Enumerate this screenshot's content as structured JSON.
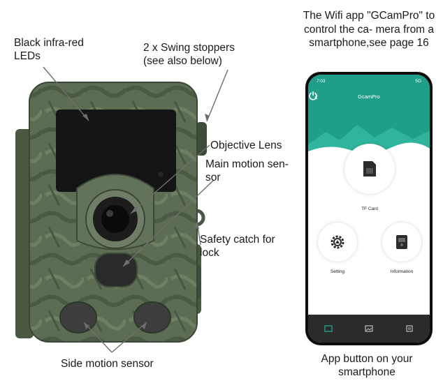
{
  "labels": {
    "leds": [
      "Black infra-red",
      "LEDs"
    ],
    "stoppers": [
      "2 x Swing stoppers",
      "(see also below)"
    ],
    "lens": "Objective Lens",
    "main_sensor": [
      "Main motion sen-",
      "sor"
    ],
    "safety_catch": [
      "Safety catch for",
      "lock"
    ],
    "side_sensor": "Side motion sensor",
    "app_title": "The Wifi app \"GCamPro\" to control the ca- mera from a smartphone,see page 16",
    "app_button": [
      "App button on your",
      "smartphone"
    ]
  },
  "phone": {
    "status_time": "7:03",
    "status_right": "5G",
    "app_name": "GcamPro",
    "buttons": {
      "tf_card": "TF Card",
      "setting": "Setting",
      "information": "Information"
    },
    "icons": {
      "back": "back-arrow-icon",
      "power": "power-icon",
      "tf": "sd-card-icon",
      "setting": "gear-icon",
      "info": "device-info-icon",
      "tabs": [
        "home-icon",
        "gallery-icon",
        "list-icon"
      ]
    }
  },
  "colors": {
    "app_accent": "#1f9e8a",
    "camera_body": "#5a6b52",
    "tabbar": "#2b2b2b"
  }
}
